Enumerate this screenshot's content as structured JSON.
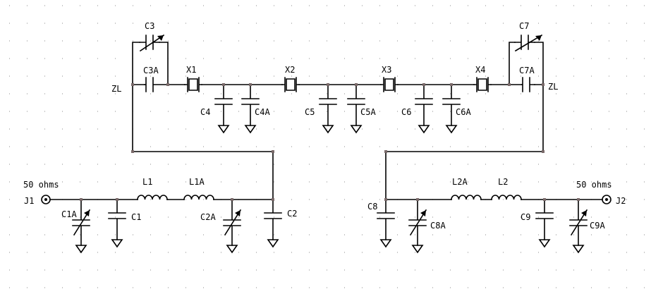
{
  "labels": {
    "c3": "C3",
    "c3a": "C3A",
    "zl_left": "ZL",
    "x1": "X1",
    "x2": "X2",
    "x3": "X3",
    "x4": "X4",
    "c4": "C4",
    "c4a": "C4A",
    "c5": "C5",
    "c5a": "C5A",
    "c6": "C6",
    "c6a": "C6A",
    "c7": "C7",
    "c7a": "C7A",
    "zl_right": "ZL",
    "ohms_left": "50 ohms",
    "j1": "J1",
    "l1": "L1",
    "l1a": "L1A",
    "c1a": "C1A",
    "c1": "C1",
    "c2a": "C2A",
    "c2": "C2",
    "ohms_right": "50 ohms",
    "j2": "J2",
    "l2a": "L2A",
    "l2": "L2",
    "c8": "C8",
    "c8a": "C8A",
    "c9": "C9",
    "c9a": "C9A"
  },
  "colors": {
    "background": "#ffffff",
    "wire": "#000000",
    "grid_dot": "#9a9a9a",
    "junction": "#7a6a6a"
  }
}
